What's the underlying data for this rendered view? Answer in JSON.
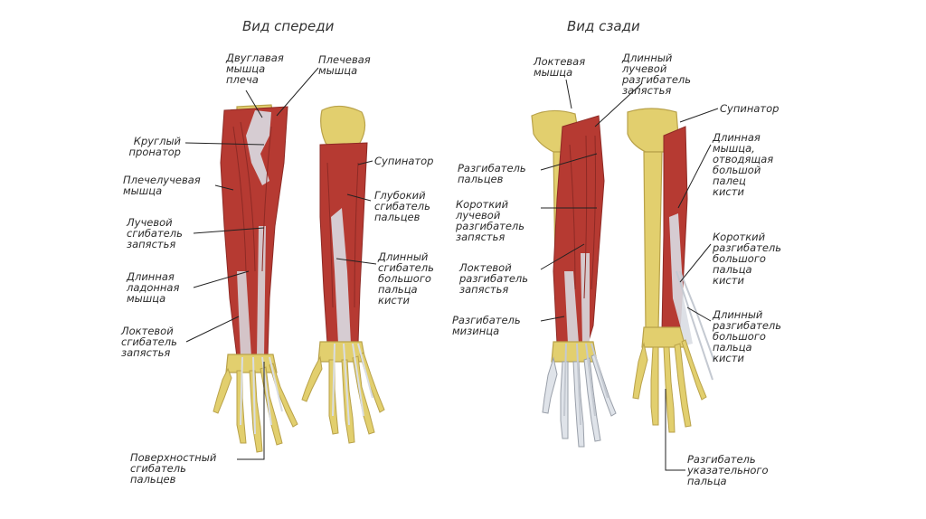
{
  "views": {
    "front": "Вид спереди",
    "back": "Вид сзади"
  },
  "labels": {
    "biceps": "Двуглавая\nмышца\nплеча",
    "brachialis": "Плечевая\nмышца",
    "pronator_teres": "Круглый\nпронатор",
    "brachioradialis": "Плечелучевая\nмышца",
    "flexor_carpi_radialis": "Лучевой\nсгибатель\nзапястья",
    "palmaris_longus": "Длинная\nладонная\nмышца",
    "flexor_carpi_ulnaris": "Локтевой\nсгибатель\nзапястья",
    "flexor_digitorum_superficialis": "Поверхностный\nсгибатель\nпальцев",
    "supinator_front": "Супинатор",
    "flexor_digitorum_profundus": "Глубокий\nсгибатель\nпальцев",
    "flexor_pollicis_longus": "Длинный\nсгибатель\nбольшого\nпальца\nкисти",
    "anconeus": "Локтевая\nмышца",
    "extensor_carpi_radialis_longus": "Длинный\nлучевой\nразгибатель\nзапястья",
    "extensor_digitorum": "Разгибатель\nпальцев",
    "extensor_carpi_radialis_brevis": "Короткий\nлучевой\nразгибатель\nзапястья",
    "extensor_carpi_ulnaris": "Локтевой\nразгибатель\nзапястья",
    "extensor_digiti_minimi": "Разгибатель\nмизинца",
    "supinator_back": "Супинатор",
    "abductor_pollicis_longus": "Длинная\nмышца,\nотводящая\nбольшой\nпалец\nкисти",
    "extensor_pollicis_brevis": "Короткий\nразгибатель\nбольшого\nпальца\nкисти",
    "extensor_pollicis_longus": "Длинный\nразгибатель\nбольшого\nпальца\nкисти",
    "extensor_indicis": "Разгибатель\nуказательного\nпальца"
  },
  "colors": {
    "muscle": "#b63a32",
    "muscle_dark": "#8e2a25",
    "tendon": "#d9dde3",
    "bone": "#e2cf6e",
    "bone_dark": "#b9a24a",
    "leader": "#222222"
  }
}
